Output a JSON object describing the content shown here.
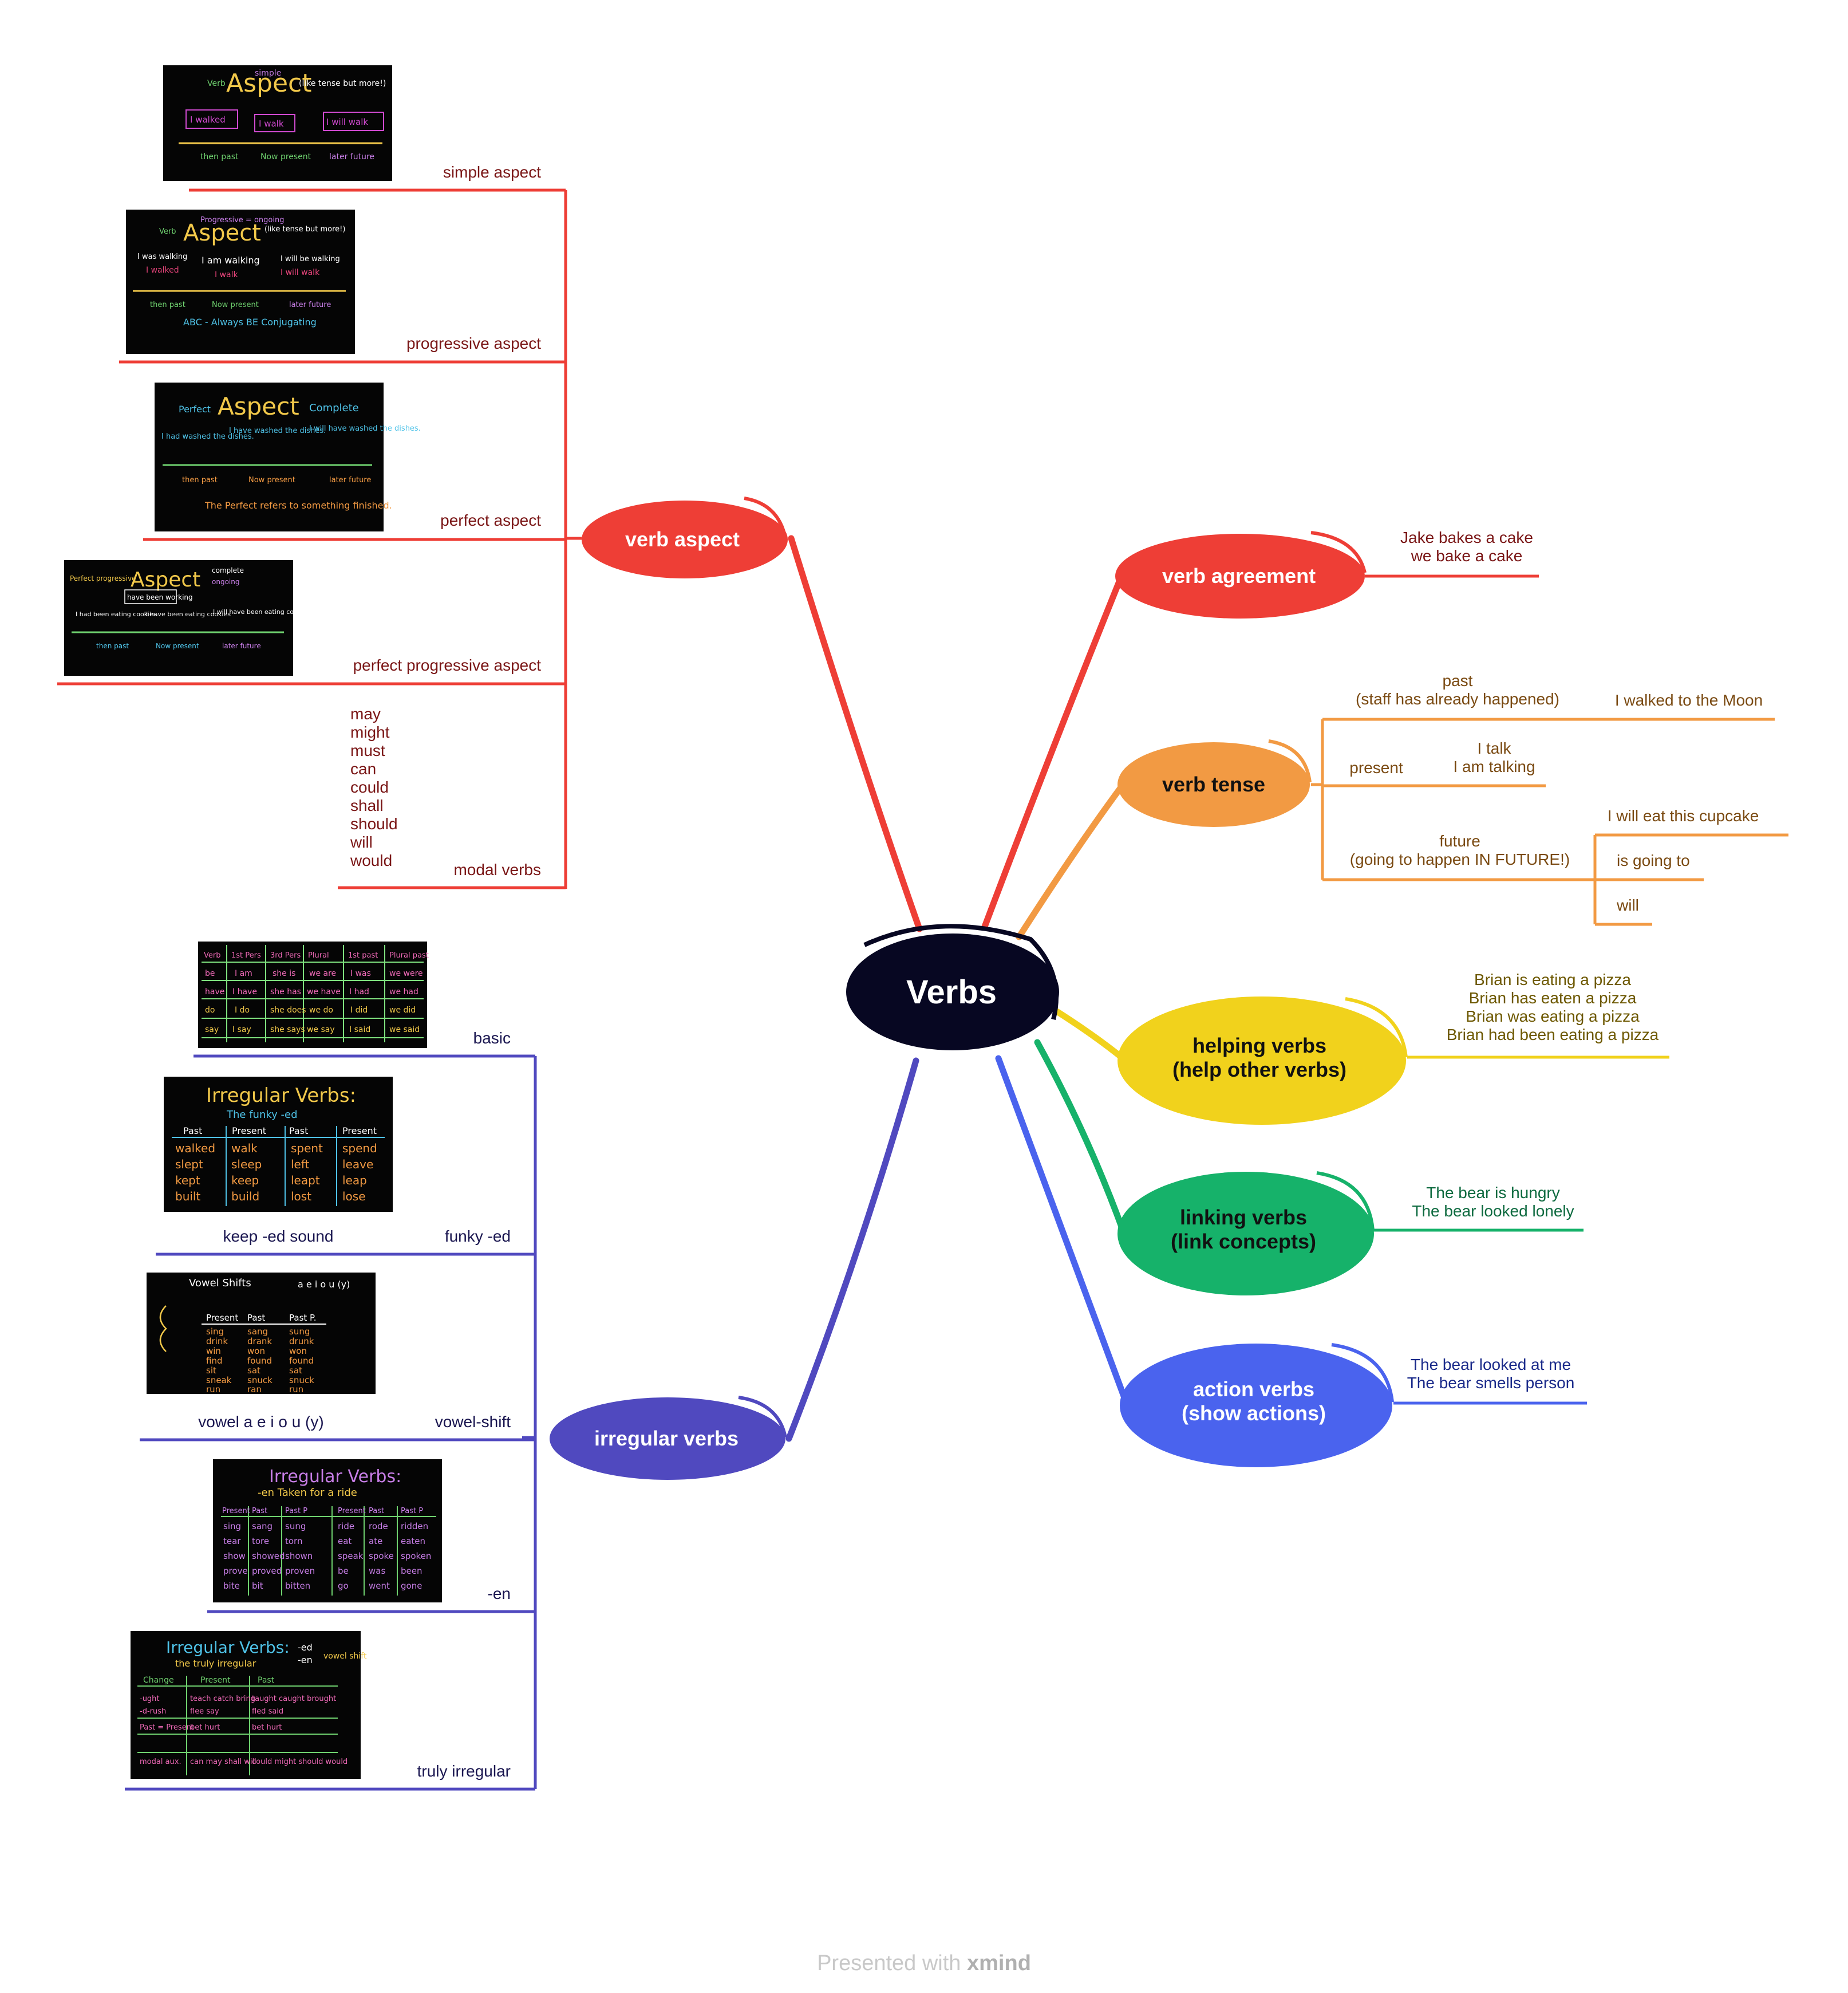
{
  "central": {
    "label": "Verbs"
  },
  "colors": {
    "red": "#ee3e36",
    "orange": "#f29a43",
    "yellow": "#f1d21c",
    "green": "#16b26a",
    "blue": "#4a63ee",
    "indigo": "#5049bf",
    "central": "#070722",
    "text_red": "#7a1616",
    "text_orange": "#7a4a12",
    "text_yellow": "#6d5800",
    "text_green": "#0d6a3f",
    "text_blue": "#1a2a8a",
    "text_indigo": "#1a1650"
  },
  "topics": {
    "verb_aspect": {
      "label": "verb aspect",
      "simple": "simple aspect",
      "progressive": "progressive aspect",
      "perfect": "perfect aspect",
      "perfect_progressive": "perfect progressive aspect",
      "modal": "modal verbs",
      "modal_list": [
        "may",
        "might",
        "must",
        "can",
        "could",
        "shall",
        "should",
        "will",
        "would"
      ]
    },
    "irregular_verbs": {
      "label": "irregular verbs",
      "basic": "basic",
      "funky_ed": "funky -ed",
      "keep_ed": "keep -ed sound",
      "vowel_shift": "vowel-shift",
      "vowel_note": "vowel   a e i o u (y)",
      "en": "-en",
      "truly": "truly irregular"
    },
    "verb_agreement": {
      "label": "verb agreement",
      "examples": [
        "Jake bakes a cake",
        "we bake a cake"
      ]
    },
    "verb_tense": {
      "label": "verb tense",
      "past": [
        "past",
        "(staff has already happened)"
      ],
      "past_example": "I walked to the Moon",
      "present": "present",
      "present_examples": [
        "I talk",
        "I am talking"
      ],
      "future": [
        "future",
        "(going to happen IN FUTURE!)"
      ],
      "future_examples": [
        "I will eat this cupcake",
        "is going to",
        "will"
      ]
    },
    "helping_verbs": {
      "label_line1": "helping verbs",
      "label_line2": "(help other verbs)",
      "examples": [
        "Brian is eating a pizza",
        "Brian has eaten a pizza",
        "Brian was eating a pizza",
        "Brian had been eating a pizza"
      ]
    },
    "linking_verbs": {
      "label_line1": "linking verbs",
      "label_line2": "(link concepts)",
      "examples": [
        "The bear is hungry",
        "The bear looked lonely"
      ]
    },
    "action_verbs": {
      "label_line1": "action verbs",
      "label_line2": "(show actions)",
      "examples": [
        "The bear looked at me",
        "The bear smells person"
      ]
    }
  },
  "images": {
    "simple": {
      "title": "Aspect",
      "small": [
        "Verb",
        "simple",
        "(like tense but more!)"
      ],
      "boxes": [
        "I walked",
        "I walk",
        "I will walk"
      ],
      "times": [
        "then past",
        "Now present",
        "later future"
      ]
    },
    "progressive": {
      "title": "Aspect",
      "small": [
        "Verb",
        "Progressive = ongoing",
        "(like tense but more!)"
      ],
      "lines": [
        "I was walking",
        "I am walking",
        "I will be walking",
        "I walked",
        "I walk",
        "I will walk"
      ],
      "times": [
        "then past",
        "Now present",
        "later future"
      ],
      "note": "ABC - Always BE Conjugating"
    },
    "perfect": {
      "title": "Aspect",
      "small": [
        "Perfect",
        "Complete"
      ],
      "lines": [
        "I had washed the dishes.",
        "I have washed the dishes.",
        "I will have washed the dishes."
      ],
      "times": [
        "then past",
        "Now present",
        "later future"
      ],
      "note": "The Perfect refers to something finished."
    },
    "perfect_progressive": {
      "title": "Aspect",
      "small": [
        "Perfect progressive",
        "complete",
        "ongoing"
      ],
      "lines": [
        "have been working",
        "I had been eating cookies",
        "I have been eating cookies",
        "I will have been eating cookies"
      ],
      "times": [
        "then past",
        "Now present",
        "later future"
      ]
    },
    "basic": {
      "header": [
        "Verb",
        "1st Pers",
        "3rd Pers",
        "Plural",
        "1st past",
        "Plural past"
      ],
      "rows": [
        [
          "be",
          "I am",
          "she is",
          "we are",
          "I was",
          "we were"
        ],
        [
          "have",
          "I have",
          "she has",
          "we have",
          "I had",
          "we had"
        ],
        [
          "do",
          "I do",
          "she does",
          "we do",
          "I did",
          "we did"
        ],
        [
          "say",
          "I say",
          "she says",
          "we say",
          "I said",
          "we said"
        ]
      ]
    },
    "funky": {
      "title": "Irregular Verbs:",
      "subtitle": "The funky -ed",
      "header": [
        "Past",
        "Present",
        "Past",
        "Present"
      ],
      "rows": [
        [
          "walked",
          "walk",
          "spent",
          "spend"
        ],
        [
          "slept",
          "sleep",
          "left",
          "leave"
        ],
        [
          "kept",
          "keep",
          "leapt",
          "leap"
        ],
        [
          "built",
          "build",
          "lost",
          "lose"
        ]
      ]
    },
    "vowel": {
      "title": "Vowel Shifts",
      "subtitle": "a e i o u (y)",
      "header": [
        "Present",
        "Past",
        "Past P."
      ],
      "rows": [
        [
          "sing",
          "sang",
          "sung"
        ],
        [
          "drink",
          "drank",
          "drunk"
        ],
        [
          "win",
          "won",
          "won"
        ],
        [
          "find",
          "found",
          "found"
        ],
        [
          "sit",
          "sat",
          "sat"
        ],
        [
          "sneak",
          "snuck",
          "snuck"
        ],
        [
          "run",
          "ran",
          "run"
        ]
      ]
    },
    "en": {
      "title": "Irregular Verbs:",
      "subtitle": "-en Taken for a ride",
      "header": [
        "Present",
        "Past",
        "Past P",
        "Present",
        "Past",
        "Past P"
      ],
      "rows": [
        [
          "sing",
          "sang",
          "sung",
          "ride",
          "rode",
          "ridden"
        ],
        [
          "tear",
          "tore",
          "torn",
          "eat",
          "ate",
          "eaten"
        ],
        [
          "show",
          "showed",
          "shown",
          "speak",
          "spoke",
          "spoken"
        ],
        [
          "prove",
          "proved",
          "proven",
          "be",
          "was",
          "been"
        ],
        [
          "bite",
          "bit",
          "bitten",
          "go",
          "went",
          "gone"
        ]
      ]
    },
    "truly": {
      "title": "Irregular Verbs:",
      "subtitle": "the truly irregular",
      "side": [
        "-ed",
        "-en",
        "vowel shift"
      ],
      "header": [
        "Change",
        "Present",
        "Past"
      ],
      "rows": [
        [
          "-ught",
          "teach catch bring",
          "taught caught brought"
        ],
        [
          "-d-rush",
          "flee say",
          "fled said"
        ],
        [
          "Past = Present",
          "bet hurt",
          "bet hurt"
        ],
        [
          "modal aux.",
          "can may shall will",
          "could might should would"
        ]
      ]
    }
  },
  "footer": {
    "prefix": "Presented with ",
    "brand": "xmind"
  }
}
